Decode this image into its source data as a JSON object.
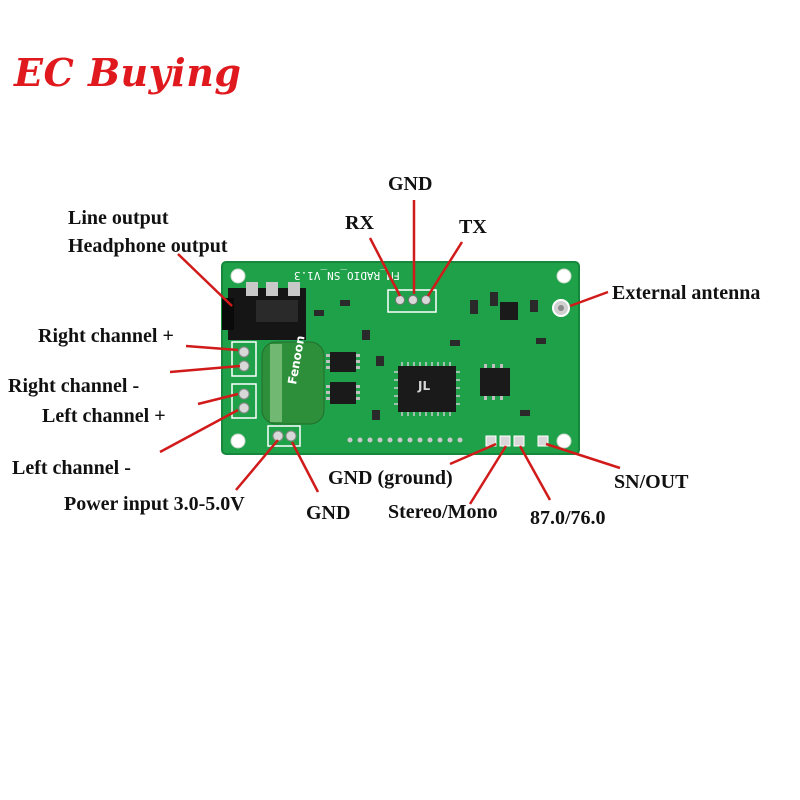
{
  "brand": {
    "name": "EC Buying",
    "color": "#e0191e"
  },
  "board": {
    "silkscreen": "FM_RADIO_SN_V1.3",
    "capacitor_text": "Fenoon",
    "chip_mark": "JL",
    "colors": {
      "pcb": "#1fa14a",
      "pcb_edge": "#16883b",
      "silk": "#ffffff"
    }
  },
  "labels": {
    "line_output": "Line output",
    "headphone_output": "Headphone output",
    "right_channel_plus": "Right channel +",
    "right_channel_minus": "Right channel -",
    "left_channel_plus": "Left channel +",
    "left_channel_minus": "Left channel -",
    "power_input": "Power input 3.0-5.0V",
    "gnd_power": "GND",
    "gnd_ground": "GND (ground)",
    "stereo_mono": "Stereo/Mono",
    "band": "87.0/76.0",
    "sn_out": "SN/OUT",
    "gnd_top": "GND",
    "rx": "RX",
    "tx": "TX",
    "external_antenna": "External antenna"
  }
}
